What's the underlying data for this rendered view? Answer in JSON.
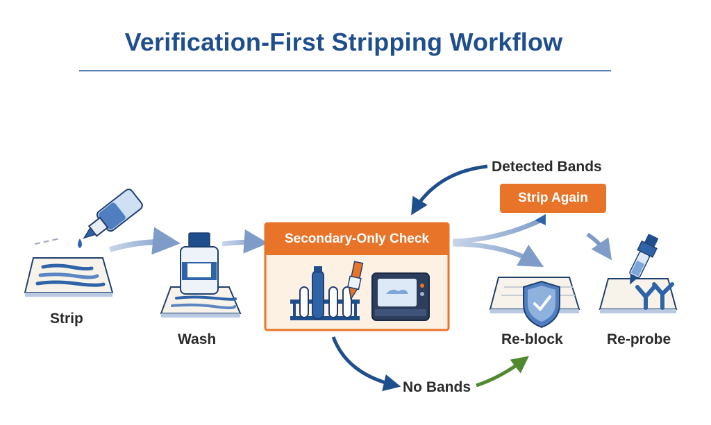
{
  "title": "Verification-First Stripping Workflow",
  "steps": {
    "strip": "Strip",
    "wash": "Wash",
    "check": "Secondary-Only Check",
    "reblock": "Re-block",
    "reprobe": "Re-probe"
  },
  "branches": {
    "detected": "Detected Bands",
    "strip_again": "Strip Again",
    "no_bands": "No Bands"
  },
  "colors": {
    "title": "#1f4e8c",
    "accent_orange": "#e8742a",
    "arrow_blue": "#1f4e8c",
    "arrow_green": "#4f8a2e"
  }
}
